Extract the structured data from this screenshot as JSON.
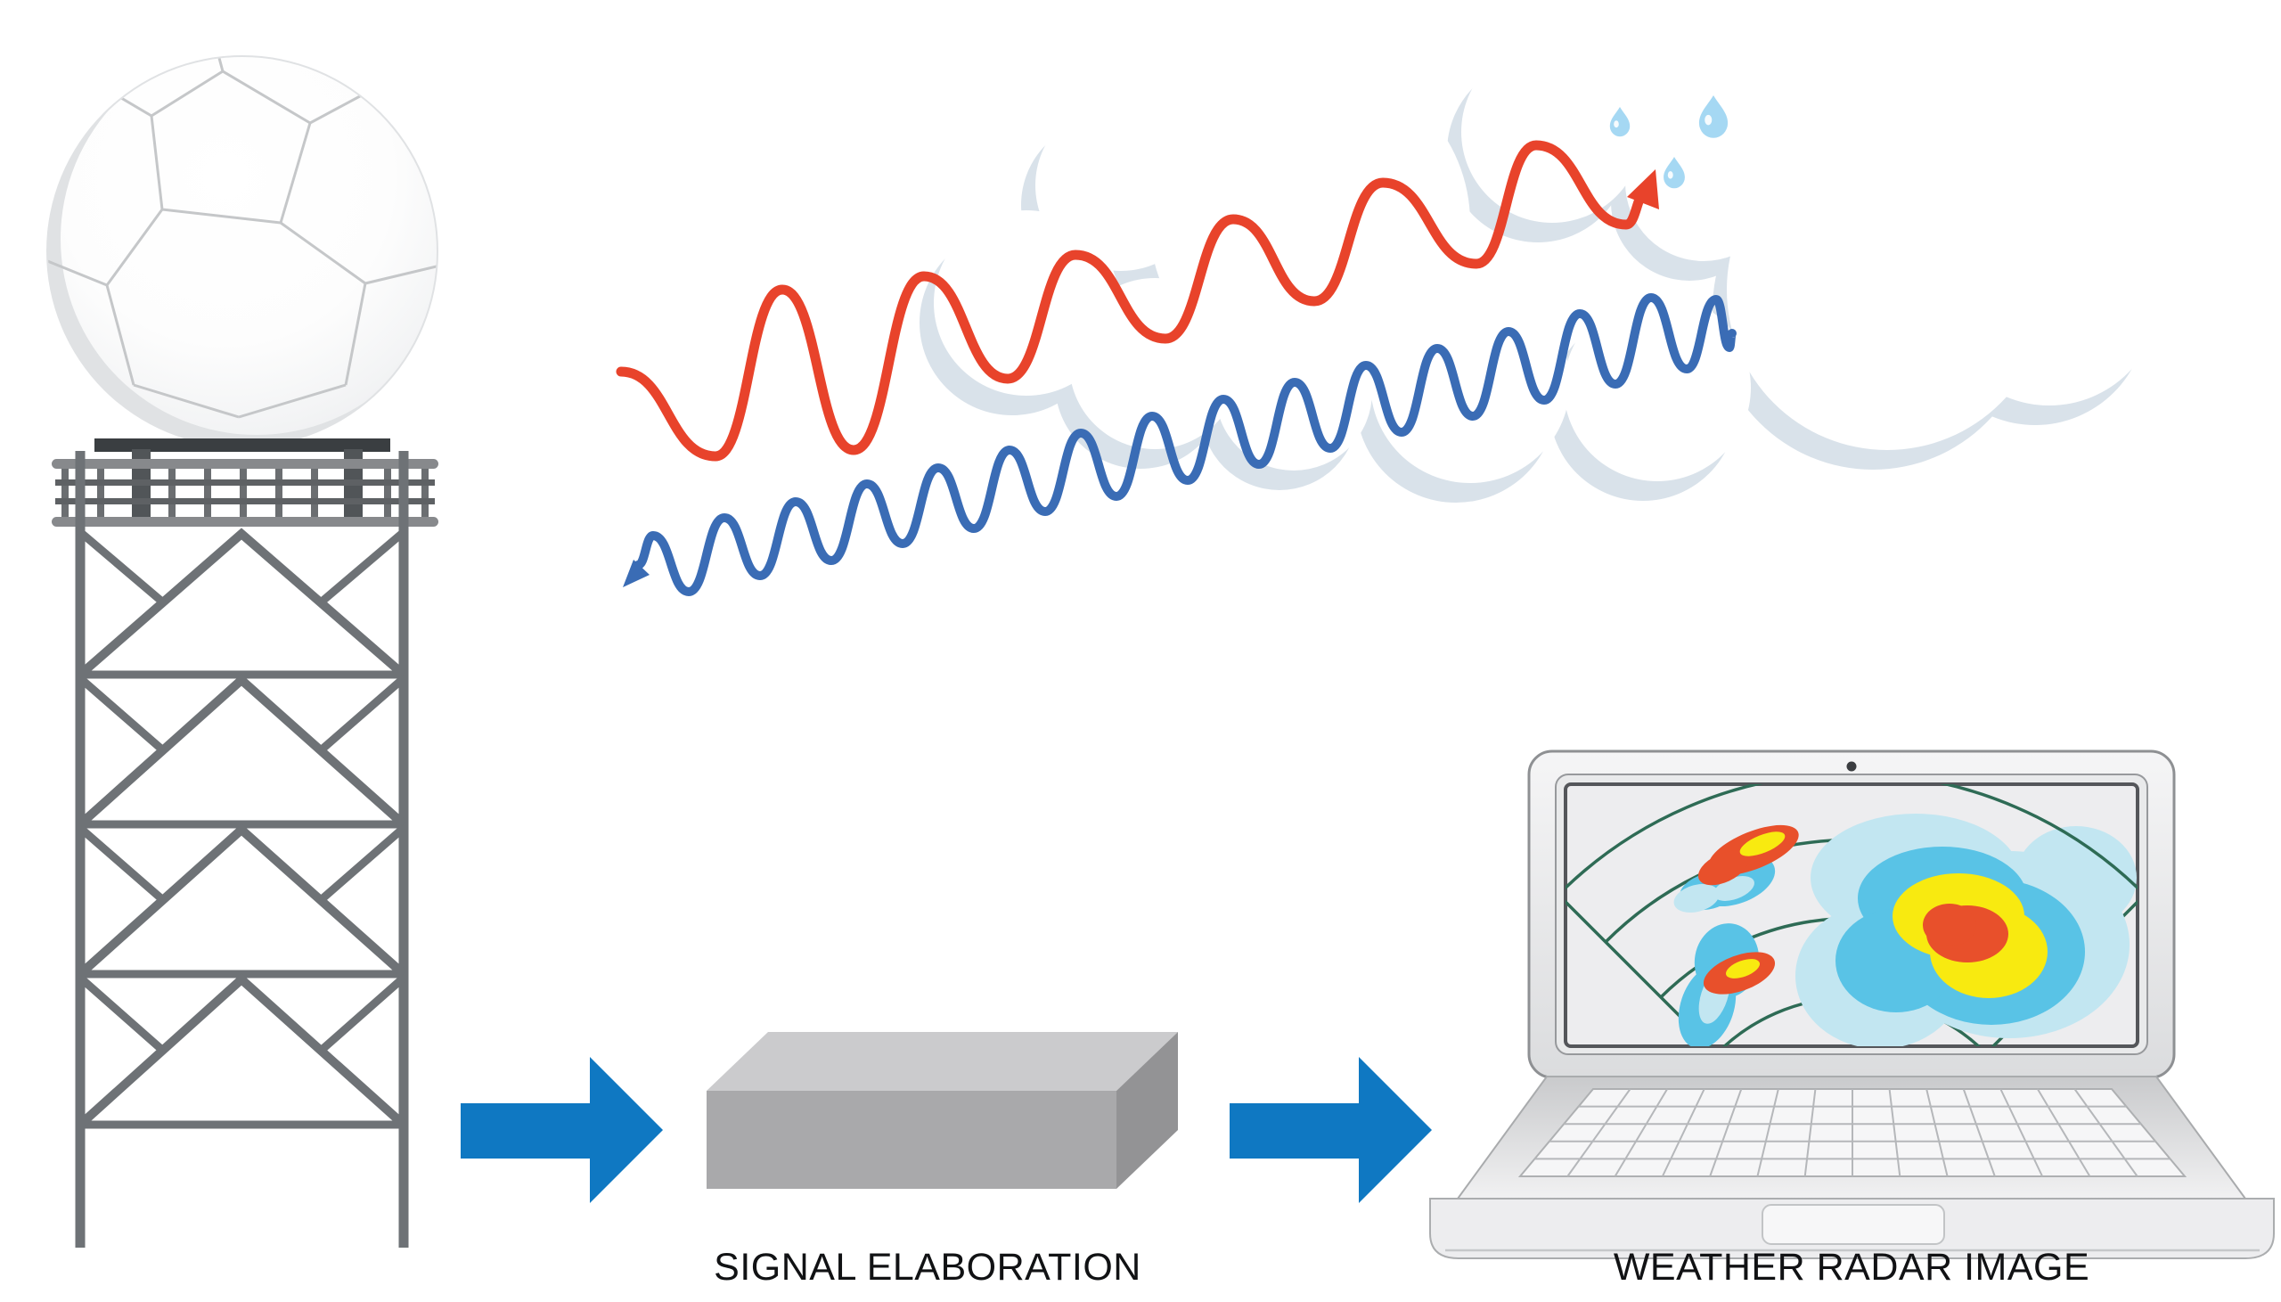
{
  "diagram": {
    "name": "weather-radar-working-principle",
    "captions": {
      "signal_elaboration": "SIGNAL ELABORATION",
      "weather_radar_image": "WEATHER RADAR IMAGE"
    },
    "components": [
      "radar-tower-with-radome",
      "transmitted-signal-wave",
      "rain-cloud-with-raindrops",
      "returned-signal-wave",
      "flow-arrow",
      "signal-elaboration-box",
      "flow-arrow",
      "laptop-with-weather-radar-image"
    ],
    "colors": {
      "transmit_wave": "#E8432B",
      "return_wave": "#3A6CB5",
      "flow_arrow": "#0F78C2",
      "cloud_shadow": "#D9E2EA",
      "raindrop": "#A5D8F3",
      "tower_gray": "#6E7276",
      "platform_dark": "#3A3E41",
      "box_front": "#A9A9AB",
      "box_top": "#CBCBCD",
      "box_side": "#939395",
      "radar_grid_green": "#2E6B55",
      "blob_pale_blue": "#C2E6F1",
      "blob_blue": "#59C3E6",
      "blob_yellow": "#F8EA10",
      "blob_core_orange": "#E8502B",
      "caption_text": "#111214"
    }
  }
}
